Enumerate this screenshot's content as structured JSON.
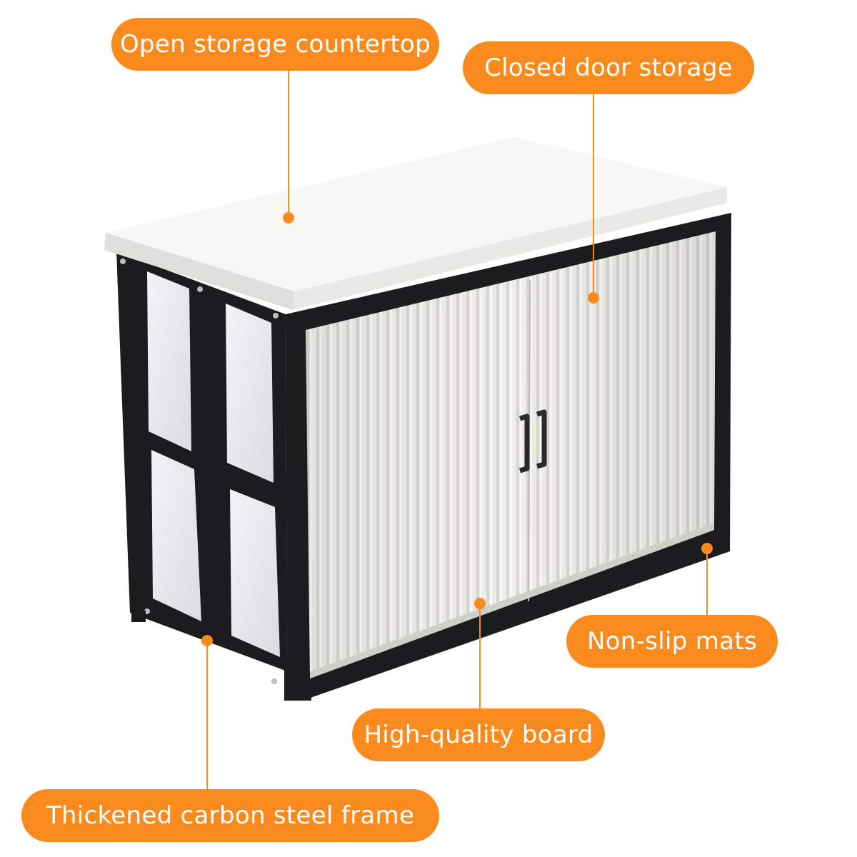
{
  "colors": {
    "accent": "#F98B1E",
    "frame": "#1c1c1e",
    "countertop": "#f6f6f4",
    "door": "#ecebe8",
    "side_panel": "#e6e6e8"
  },
  "labels": {
    "countertop": "Open storage countertop",
    "closed_door": "Closed door storage",
    "non_slip": "Non-slip mats",
    "board": "High-quality board",
    "frame": "Thickened carbon steel frame"
  }
}
